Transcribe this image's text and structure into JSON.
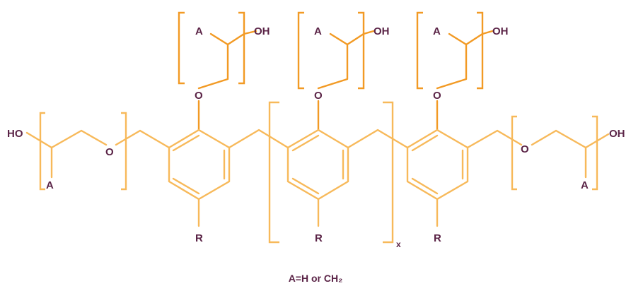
{
  "diagram": {
    "atoms": {
      "hydroxyl": "OH",
      "hydroxyl_left": "HO",
      "oxygen": "O",
      "r_group": "R",
      "a_group": "A",
      "repeat": "x"
    },
    "caption": "A=H or CH₂",
    "colors": {
      "bond_light": "#f7b95a",
      "bond_dark": "#f29a24",
      "text": "#5a2346"
    }
  }
}
